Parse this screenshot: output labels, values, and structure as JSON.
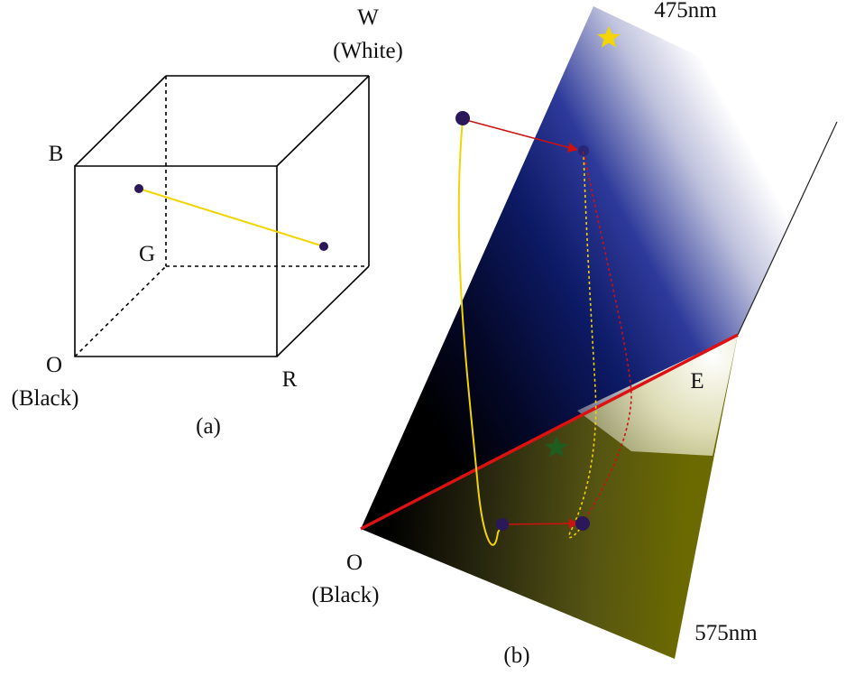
{
  "panel_a": {
    "caption": "(a)",
    "labels": {
      "w": "W",
      "w_sub": "(White)",
      "b": "B",
      "g": "G",
      "o": "O",
      "o_sub": "(Black)",
      "r": "R"
    },
    "colors": {
      "segment": "#f2d400",
      "point": "#2a1858",
      "edge": "#000000"
    }
  },
  "panel_b": {
    "caption": "(b)",
    "labels": {
      "top": "475nm",
      "bottom": "575nm",
      "e": "E",
      "o": "O",
      "o_sub": "(Black)"
    },
    "colors": {
      "blue_face": "#0d1a66",
      "yellow_face": "#6b6a00",
      "axis": "#dd1111",
      "arrow": "#cc1111",
      "curve": "#f2d400",
      "star_top": "#f5d500",
      "star_mid": "#1e5d20",
      "point": "#2a1858"
    }
  }
}
